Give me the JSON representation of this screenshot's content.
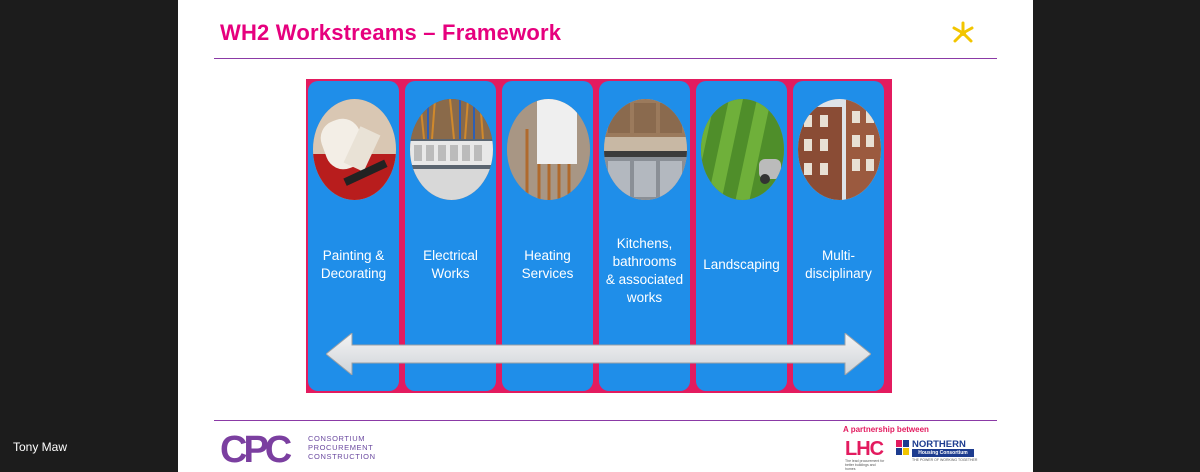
{
  "participant": {
    "name": "Tony Maw"
  },
  "slide": {
    "title": "WH2 Workstreams – Framework",
    "workstreams": [
      {
        "label": "Painting &\nDecorating"
      },
      {
        "label": "Electrical\nWorks"
      },
      {
        "label": "Heating\nServices"
      },
      {
        "label": "Kitchens,\nbathrooms\n& associated\nworks"
      },
      {
        "label": "Landscaping"
      },
      {
        "label": "Multi-\ndisciplinary"
      }
    ],
    "footer": {
      "cpc_logo": "CPC",
      "cpc_lines": [
        "CONSORTIUM",
        "PROCUREMENT",
        "CONSTRUCTION"
      ],
      "partnership": "A partnership between",
      "lhc": "LHC",
      "lhc_sub": "The lead procurement for better buildings and homes",
      "northern": "NORTHERN",
      "northern_sub": "Housing Consortium",
      "northern_tag": "THE POWER OF WORKING TOGETHER"
    }
  },
  "colors": {
    "title": "#e6007e",
    "panel": "#1f8ee9",
    "frame": "#e31b5f",
    "rule": "#8b3aa6",
    "meeting_bg": "#1c1c1c"
  },
  "icons": [
    "star-burst-icon",
    "double-arrow-icon"
  ]
}
